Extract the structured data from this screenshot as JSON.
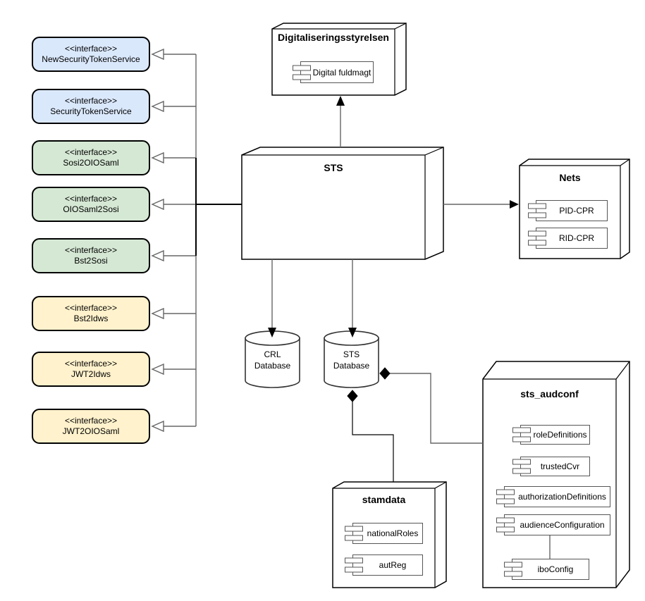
{
  "colors": {
    "line-gray": "#666666",
    "line-black": "#000000",
    "node-border": "#000000",
    "component-border": "#565656",
    "cylinder-border": "#333333",
    "iface-blue": "#dae8fc",
    "iface-green": "#d5e8d4",
    "iface-yellow": "#fff2cc"
  },
  "interfaces": [
    {
      "stereotype": "<<interface>>",
      "name": "NewSecurityTokenService",
      "fill": "#dae8fc"
    },
    {
      "stereotype": "<<interface>>",
      "name": "SecurityTokenService",
      "fill": "#dae8fc"
    },
    {
      "stereotype": "<<interface>>",
      "name": "Sosi2OIOSaml",
      "fill": "#d5e8d4"
    },
    {
      "stereotype": "<<interface>>",
      "name": "OIOSaml2Sosi",
      "fill": "#d5e8d4"
    },
    {
      "stereotype": "<<interface>>",
      "name": "Bst2Sosi",
      "fill": "#d5e8d4"
    },
    {
      "stereotype": "<<interface>>",
      "name": "Bst2Idws",
      "fill": "#fff2cc"
    },
    {
      "stereotype": "<<interface>>",
      "name": "JWT2Idws",
      "fill": "#fff2cc"
    },
    {
      "stereotype": "<<interface>>",
      "name": "JWT2OIOSaml",
      "fill": "#fff2cc"
    }
  ],
  "nodes": {
    "digitaliseringsstyrelsen": {
      "title": "Digitaliseringsstyrelsen",
      "components": [
        "Digital fuldmagt"
      ]
    },
    "sts": {
      "title": "STS"
    },
    "nets": {
      "title": "Nets",
      "components": [
        "PID-CPR",
        "RID-CPR"
      ]
    },
    "sts_audconf": {
      "title": "sts_audconf",
      "components": [
        "roleDefinitions",
        "trustedCvr",
        "authorizationDefinitions",
        "audienceConfiguration",
        "iboConfig"
      ]
    },
    "stamdata": {
      "title": "stamdata",
      "components": [
        "nationalRoles",
        "autReg"
      ]
    }
  },
  "databases": [
    {
      "line1": "CRL",
      "line2": "Database"
    },
    {
      "line1": "STS",
      "line2": "Database"
    }
  ]
}
